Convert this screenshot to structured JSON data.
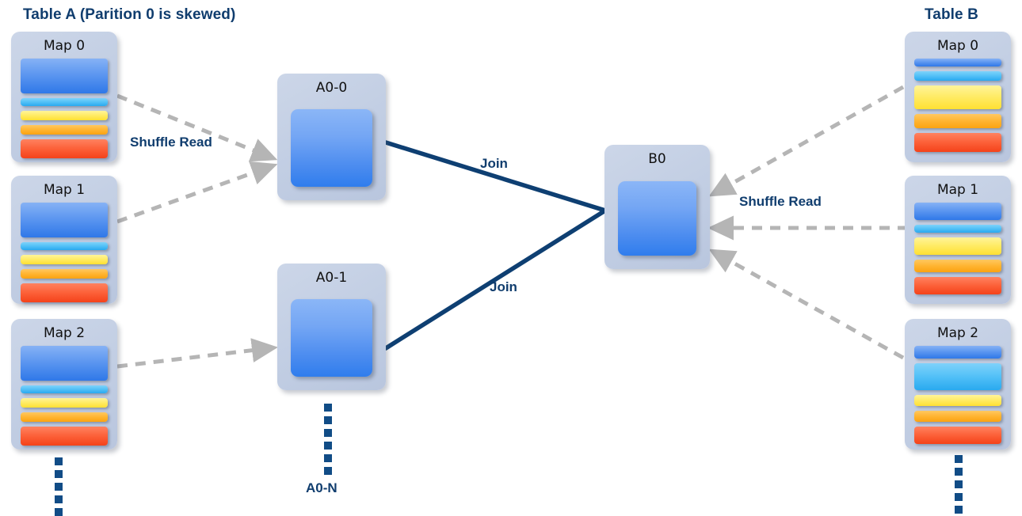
{
  "diagram": {
    "title_left": "Table A (Parition 0 is skewed)",
    "title_right": "Table B",
    "shuffle_read_left": "Shuffle Read",
    "shuffle_read_right": "Shuffle Read",
    "join_top": "Join",
    "join_bottom": "Join",
    "ellipsis_label": "A0-N",
    "colors": {
      "accent_dark_blue": "#103D6E",
      "card_bg": "#c3cfe4",
      "bar_blue": "#2f78e8",
      "bar_light_blue": "#29a9ef",
      "bar_yellow": "#ffe033",
      "bar_orange": "#fba311",
      "bar_red": "#f4421a",
      "dashed_arrow": "#b5b5b5",
      "join_line": "#0E3F72"
    }
  },
  "table_a": {
    "maps": [
      {
        "title": "Map 0",
        "bars": [
          {
            "color": "blue",
            "height": 44
          },
          {
            "color": "lblue",
            "height": 10
          },
          {
            "color": "yellow",
            "height": 12
          },
          {
            "color": "orange",
            "height": 12
          },
          {
            "color": "red",
            "height": 24
          }
        ]
      },
      {
        "title": "Map 1",
        "bars": [
          {
            "color": "blue",
            "height": 44
          },
          {
            "color": "lblue",
            "height": 10
          },
          {
            "color": "yellow",
            "height": 12
          },
          {
            "color": "orange",
            "height": 12
          },
          {
            "color": "red",
            "height": 24
          }
        ]
      },
      {
        "title": "Map 2",
        "bars": [
          {
            "color": "blue",
            "height": 44
          },
          {
            "color": "lblue",
            "height": 10
          },
          {
            "color": "yellow",
            "height": 12
          },
          {
            "color": "orange",
            "height": 12
          },
          {
            "color": "red",
            "height": 24
          }
        ]
      }
    ]
  },
  "table_b": {
    "maps": [
      {
        "title": "Map 0",
        "bars": [
          {
            "color": "blue",
            "height": 10
          },
          {
            "color": "lblue",
            "height": 12
          },
          {
            "color": "yellow",
            "height": 30
          },
          {
            "color": "orange",
            "height": 18
          },
          {
            "color": "red",
            "height": 24
          }
        ]
      },
      {
        "title": "Map 1",
        "bars": [
          {
            "color": "blue",
            "height": 22
          },
          {
            "color": "lblue",
            "height": 10
          },
          {
            "color": "yellow",
            "height": 22
          },
          {
            "color": "orange",
            "height": 16
          },
          {
            "color": "red",
            "height": 22
          }
        ]
      },
      {
        "title": "Map 2",
        "bars": [
          {
            "color": "blue",
            "height": 16
          },
          {
            "color": "lblue",
            "height": 34
          },
          {
            "color": "yellow",
            "height": 14
          },
          {
            "color": "orange",
            "height": 14
          },
          {
            "color": "red",
            "height": 22
          }
        ]
      }
    ]
  },
  "partitions_a": [
    {
      "title": "A0-0"
    },
    {
      "title": "A0-1"
    }
  ],
  "partitions_b": [
    {
      "title": "B0"
    }
  ]
}
